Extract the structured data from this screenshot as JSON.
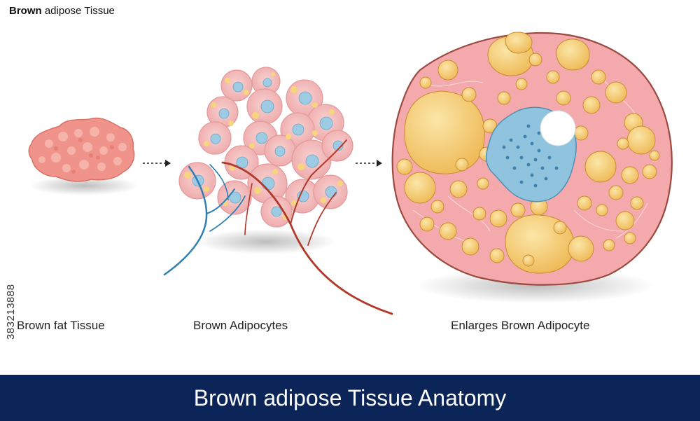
{
  "header": {
    "title_bold": "Brown",
    "title_rest": " adipose Tissue"
  },
  "captions": {
    "tissue": "Brown fat Tissue",
    "adipocytes": "Brown Adipocytes",
    "enlarged": "Enlarges Brown Adipocyte"
  },
  "side_id": "383213888",
  "banner": {
    "title": "Brown adipose Tissue Anatomy"
  },
  "colors": {
    "tissue": "#f0938a",
    "cell_pink": "#f7c2c2",
    "fat_yellow": "#f7d57e",
    "nucleus_blue": "#8fc3de",
    "vein_blue": "#2f7fb0",
    "artery_red": "#b0392a",
    "banner": "#0b2559"
  }
}
